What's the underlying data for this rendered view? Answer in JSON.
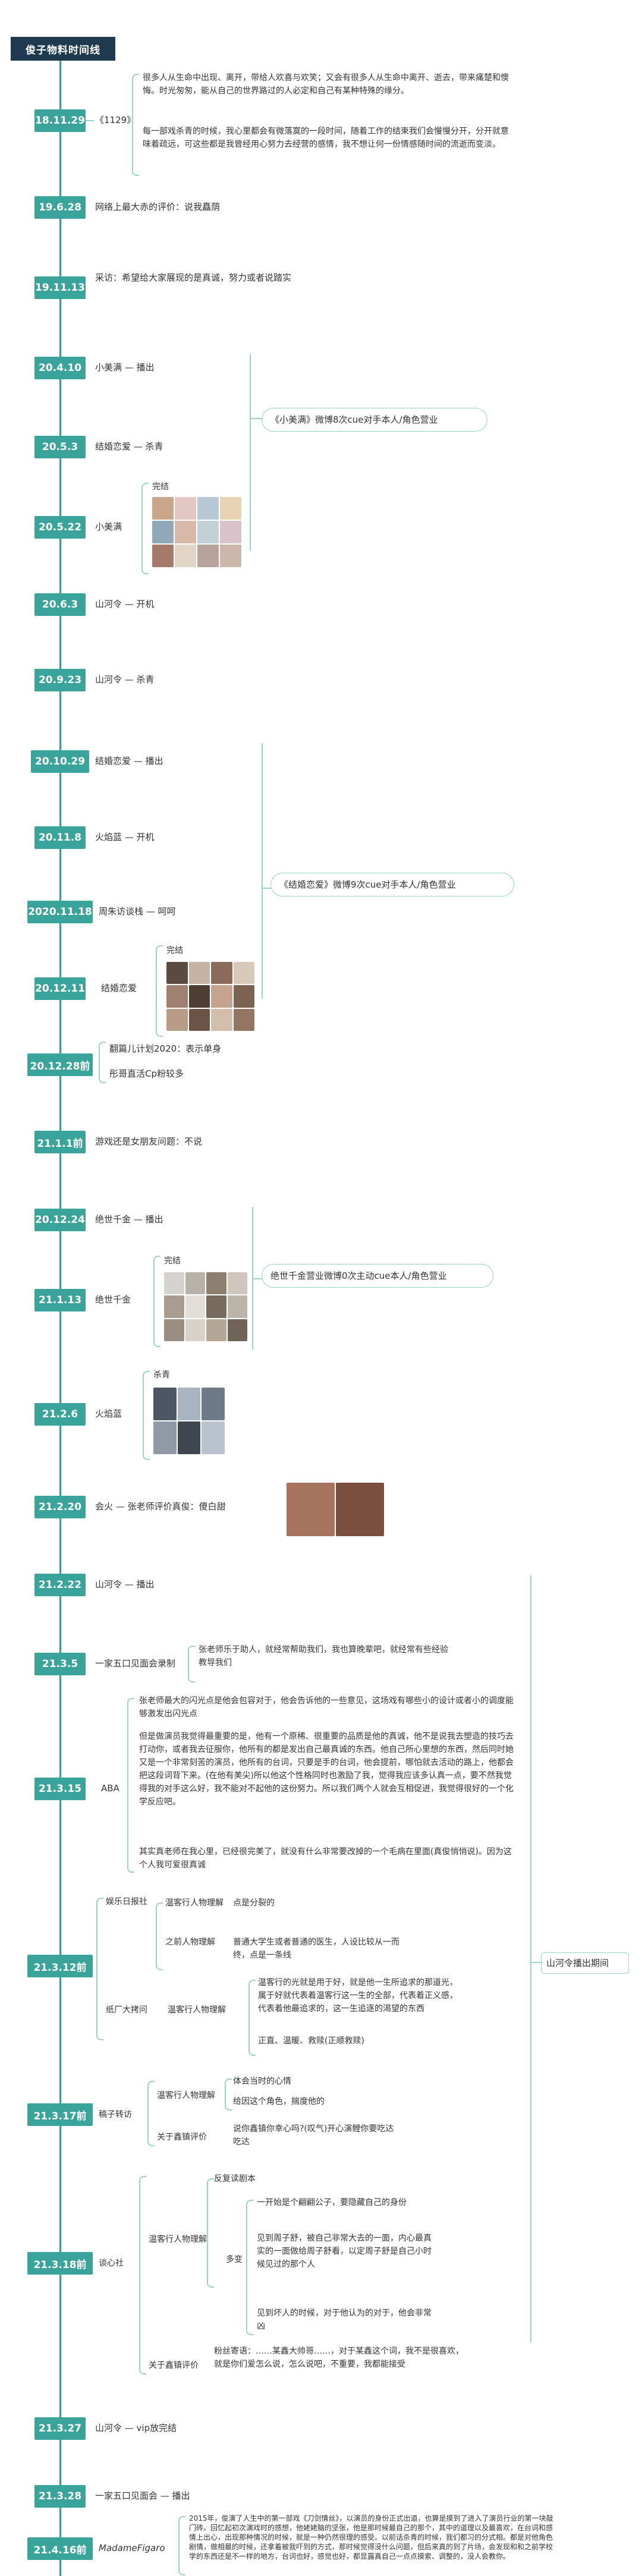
{
  "title": "俊子物料时间线",
  "timeline": [
    {
      "date": "18.11.29",
      "text": "《1129》"
    },
    {
      "date": "19.6.28",
      "text": "网络上最大赤的评价：说我矗荫"
    },
    {
      "date": "19.11.13",
      "text": "采访：希望给大家展现的是真诚，努力或者说踏实"
    },
    {
      "date": "20.4.10",
      "text": "小美满 — 播出"
    },
    {
      "date": "20.5.3",
      "text": "结婚恋爱 — 杀青"
    },
    {
      "date": "20.5.22",
      "text": "小美满"
    },
    {
      "date": "20.6.3",
      "text": "山河令 — 开机"
    },
    {
      "date": "20.9.23",
      "text": "山河令 — 杀青"
    },
    {
      "date": "20.10.29",
      "text": "结婚恋爱 — 播出"
    },
    {
      "date": "20.11.8",
      "text": "火焰蓝 — 开机"
    },
    {
      "date": "2020.11.18",
      "text": "周朱访谈栈 — 呵呵"
    },
    {
      "date": "20.12.11",
      "text": "结婚恋爱"
    },
    {
      "date": "20.12.28前",
      "text": ""
    },
    {
      "date": "21.1.1前",
      "text": "游戏还是女朋友问题：不说"
    },
    {
      "date": "20.12.24",
      "text": "绝世千金 — 播出"
    },
    {
      "date": "21.1.13",
      "text": "绝世千金"
    },
    {
      "date": "21.2.6",
      "text": "火焰蓝"
    },
    {
      "date": "21.2.20",
      "text": "会火 — 张老师评价真俊：傻白甜"
    },
    {
      "date": "21.2.22",
      "text": "山河令 — 播出"
    },
    {
      "date": "21.3.5",
      "text": "一家五口见面会录制"
    },
    {
      "date": "21.3.15",
      "text": "ABA"
    },
    {
      "date": "21.3.12前",
      "text": ""
    },
    {
      "date": "21.3.17前",
      "text": "稿子转访"
    },
    {
      "date": "21.3.18前",
      "text": "谈心社"
    },
    {
      "date": "21.3.27",
      "text": "山河令 — vip放完结"
    },
    {
      "date": "21.3.28",
      "text": "一家五口见面会 — 播出"
    },
    {
      "date": "21.4.16前",
      "text": "MadameFigaro"
    }
  ],
  "notes": {
    "n1129_a": "很多人从生命中出现、离开，带给人欢喜与欢笑；又会有很多人从生命中离开、逝去，带来痛楚和懊悔。时光匆匆，能从自己的世界路过的人必定和自己有某种特殊的缘分。",
    "n1129_b": "每一部戏杀青的时候，我心里都会有微落寞的一段时间，随着工作的结束我们会慢慢分开，分开就意味着疏远，可这些都是我曾经用心努力去经营的感情，我不想让何一份情感随时间的流逝而变淡。",
    "n1220": "翻篇儿计划2020：表示单身",
    "n1220b": "彤哥直活Cp粉较多",
    "wanjie": "完结",
    "shaqing": "杀青",
    "bubble1": "《小美满》微博8次cue对手本人/角色营业",
    "bubble2": "《结婚恋爱》微博9次cue对手本人/角色营业",
    "bubble3": "绝世千金营业微博0次主动cue本人/角色营业",
    "bubble4": "山河令播出期间",
    "n35": "张老师乐于助人，就经常帮助我们，我也算晚辈吧，就经常有些经验教导我们",
    "aba_a": "张老师最大的闪光点是他会包容对于，他会告诉他的一些意见，这场戏有哪些小的设计或者小的调度能够激发出闪光点",
    "aba_b": "但是做演员我觉得最重要的是，他有一个原稀、很重要的品质是他的真诚，他不是说我去塑造的技巧去打动你，或者我去征服你，他所有的都是发出自己最真诚的东西。他自己所心里想的东西，然后同时她又是一个非常刻苦的演员，他所有的台词，只要是手的台词，他会提前，哪怕就去活动的路上，他都会把这段词背下来。(在他有美尖)所以他这个性格同时也激励了我，觉得我应该多认真一点，要不然我觉得我的对手这么好，我不能对不起他的这份努力。所以我们两个人就会互相促进，我觉得很好的一个化学反应吧。",
    "aba_c": "其实真老师在我心里，已经很完美了，就没有什么非常要改掉的一个毛病在里面(真俊悄悄说)。因为这个人我可爱很真诚",
    "r1a": "娱乐日报社",
    "r1b": "温客行人物理解",
    "r1c": "点是分裂的",
    "r1d": "之前人物理解",
    "r1e": "普通大学生或者普通的医生，人设比较从一而终，点是一条线",
    "r2a": "纸厂大拷问",
    "r2b": "温客行人物理解",
    "r2c": "温客行的光就是用于好，就是他一生所追求的那道光，属于好就代表着温客行这一生的全部，代表着正义感，代表着他最追求的，这一生追逐的渴望的东西",
    "r2d": "正直、温暖、救赎(正顺救赎)",
    "r3a": "温客行人物理解",
    "r3b": "体会当时的心情",
    "r3c": "给因这个角色，揣度他的",
    "r3d": "关于鑫镇评价",
    "r3e": "说你鑫镇你幸心吗?(叹气)开心演鲤你要吃达吃达",
    "r4a": "反复读剧本",
    "r4b": "温客行人物理解",
    "r4c": "多变",
    "r4d": "一开始是个翩翩公子，要隐藏自己的身份",
    "r4e": "见到周子舒，被自己非常大去的一面，内心最真实的一面做给周子舒看，以定周子舒是自己小时候见过的那个人",
    "r4f": "见到坏人的时候，对于他认为的对于，他会非常凶",
    "r4g": "关于鑫镇评价",
    "r4h": "粉丝寄语：……某鑫大帅哥……，对于某鑫这个词，我不是很喜欢，就是你们爱怎么说，怎么说吧，不重要，我都能接受",
    "figaro": "2015年，俊演了人生中的第一部戏《刀剑情丝》，以演员的身份正式出道，也算是摸到了进入了演员行业的第一块敲门砖。回忆起初次演戏时的感想，他姥姥脑的坚张，他是那时候最自己的那个，其中的道理以及最喜欢，在台词和感情上出心，出现那种情况的时候，就是一种仍然很理的感受。以前话杀青的时候，我们都习的分式相。都是对他角色剧情，做相最的时候，还拿着被我吓到的方式，那时候觉得没什么问题，但后来真的到了片场，会发现和和之前学校学的东西还是不一样的地方，台词也好，感觉也好，都显露真自己一点点摸索、调整的，没人会教你。"
  },
  "colors": {
    "title_bg": "#1f3a4f",
    "date_bg": "#3aa39a",
    "line": "#3a9c94",
    "connector": "#9bd3bf"
  }
}
